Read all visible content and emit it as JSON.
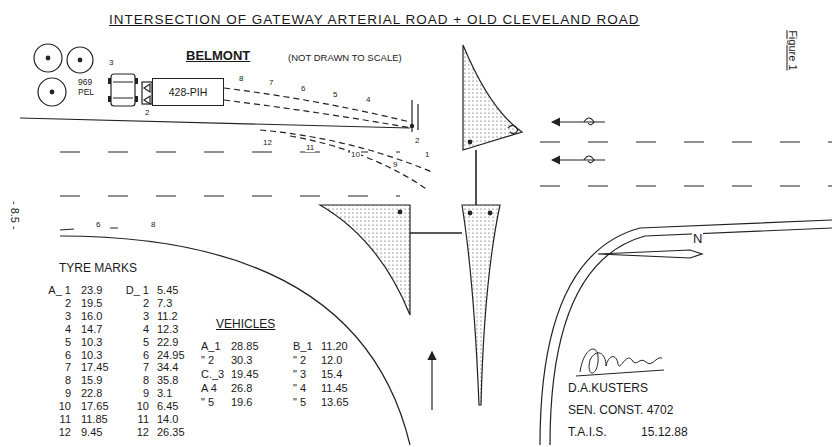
{
  "diagram": {
    "title": "INTERSECTION OF GATEWAY ARTERIAL ROAD + OLD CLEVELAND ROAD",
    "nodes": [
      {
        "text": [
          "969 PEL"
        ]
      },
      {
        "text": [
          "428-PIH"
        ]
      }
    ],
    "labels": [
      "BELMONT",
      "(NOT DRAWN TO SCALE)",
      "Figure 1",
      "- 8.5 -",
      "TYRE MARKS",
      "A_ 1",
      "23.9",
      "D_ 1",
      "5.45",
      "2",
      "19.5",
      "2",
      "7.3",
      "3",
      "16.0",
      "3",
      "11.2",
      "4",
      "14.7",
      "4",
      "12.3",
      "5",
      "10.3",
      "5",
      "22.9",
      "6",
      "10.3",
      "6",
      "24.95",
      "7",
      "17.45",
      "7",
      "34.4",
      "8",
      "15.9",
      "8",
      "35.8",
      "9",
      "22.8",
      "9",
      "3.1",
      "10",
      "17.65",
      "10",
      "6.45",
      "11",
      "11.85",
      "11",
      "14.0",
      "12",
      "9.45",
      "12",
      "26.35",
      "VEHICLES",
      "A_1",
      "28.85",
      "B_1",
      "11.20",
      "\" 2",
      "30.3",
      "\" 2",
      "12.0",
      "C._3",
      "19.45",
      "\" 3",
      "15.4",
      "A 4",
      "26.8",
      "\" 4",
      "11.45",
      "\" 5",
      "19.6",
      "\" 5",
      "13.65",
      "D.A.KUSTERS",
      "SEN. CONST. 4702",
      "T.A.I.S.",
      "15.12.88",
      "N",
      "3",
      "2",
      "8",
      "7",
      "6",
      "5",
      "4",
      "12",
      "11",
      "10",
      "9",
      "2",
      "1",
      "6",
      "8"
    ]
  }
}
